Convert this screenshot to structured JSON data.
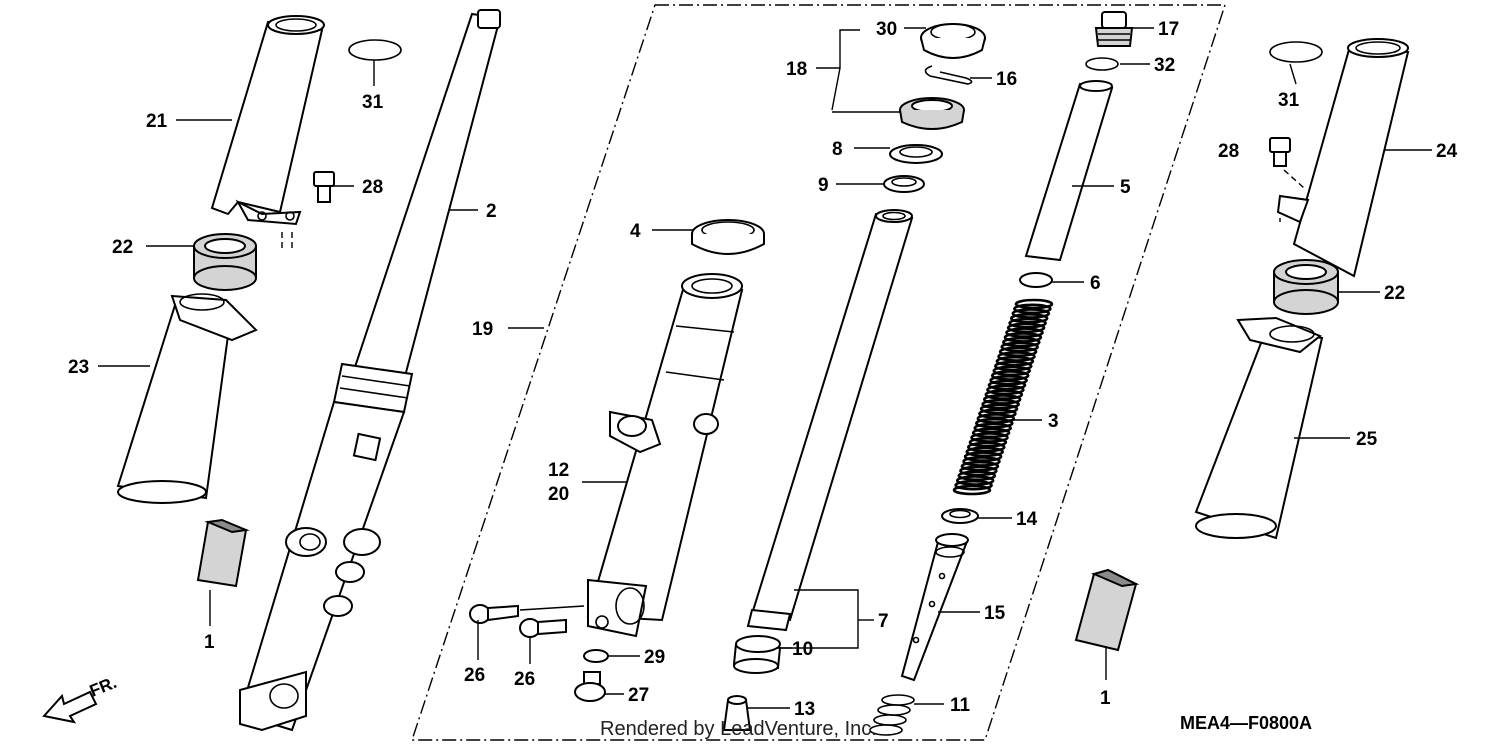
{
  "callouts": {
    "c1a": "1",
    "c1b": "1",
    "c2": "2",
    "c3": "3",
    "c4": "4",
    "c5": "5",
    "c6": "6",
    "c7": "7",
    "c8": "8",
    "c9": "9",
    "c10": "10",
    "c11": "11",
    "c12": "12",
    "c20": "20",
    "c13": "13",
    "c14": "14",
    "c15": "15",
    "c16": "16",
    "c17": "17",
    "c18": "18",
    "c19": "19",
    "c21": "21",
    "c22a": "22",
    "c22b": "22",
    "c23": "23",
    "c24": "24",
    "c25": "25",
    "c26a": "26",
    "c26b": "26",
    "c27": "27",
    "c28a": "28",
    "c28b": "28",
    "c29": "29",
    "c30": "30",
    "c31a": "31",
    "c31b": "31",
    "c32": "32"
  },
  "front_indicator": "FR.",
  "diagram_code": "MEA4—F0800A",
  "watermark": "Rendered by LeadVenture, Inc."
}
